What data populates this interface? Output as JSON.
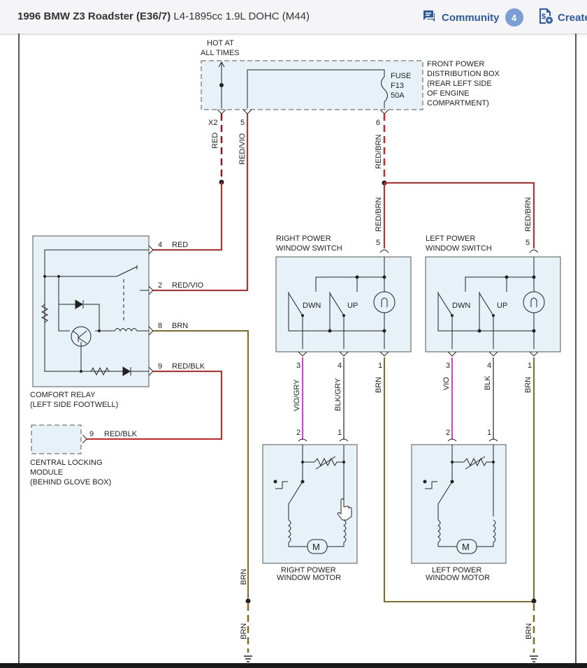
{
  "header": {
    "title_bold": "1996 BMW Z3 Roadster (E36/7)",
    "title_rest": "L4-1895cc 1.9L DOHC (M44)",
    "community_label": "Community",
    "community_count": "4",
    "create_label": "Create"
  },
  "diagram": {
    "hot_line1": "HOT AT",
    "hot_line2": "ALL TIMES",
    "fpdb_lines": [
      "FRONT POWER",
      "DISTRIBUTION BOX",
      "(REAR LEFT SIDE",
      "OF ENGINE",
      "COMPARTMENT)"
    ],
    "fuse_lines": [
      "FUSE",
      "F13",
      "50A"
    ],
    "pin_x2": "X2",
    "pin_5": "5",
    "pin_6": "6",
    "wire_red": "RED",
    "wire_red_vio": "RED/VIO",
    "wire_red_brn": "RED/BRN",
    "wire_brn": "BRN",
    "wire_red_blk": "RED/BLK",
    "wire_vio_gry": "VIO/GRY",
    "wire_blk_gry": "BLK/GRY",
    "wire_vio": "VIO",
    "wire_blk": "BLK",
    "relay_pins": [
      {
        "pin": "4",
        "wire": "RED"
      },
      {
        "pin": "2",
        "wire": "RED/VIO"
      },
      {
        "pin": "8",
        "wire": "BRN"
      },
      {
        "pin": "9",
        "wire": "RED/BLK"
      }
    ],
    "relay_lines": [
      "COMFORT RELAY",
      "(LEFT SIDE FOOTWELL)"
    ],
    "clm_pin": "9",
    "clm_wire": "RED/BLK",
    "clm_lines": [
      "CENTRAL LOCKING",
      "MODULE",
      "(BEHIND GLOVE BOX)"
    ],
    "rws_lines": [
      "RIGHT POWER",
      "WINDOW SWITCH"
    ],
    "lws_lines": [
      "LEFT POWER",
      "WINDOW SWITCH"
    ],
    "switch_top_pin": "5",
    "switch_bottom_pins": [
      "3",
      "4",
      "1"
    ],
    "dwn_label": "DWN",
    "up_label": "UP",
    "motor_pins": [
      "2",
      "1"
    ],
    "motor_symbol": "M",
    "rwm_lines": [
      "RIGHT POWER",
      "WINDOW MOTOR"
    ],
    "lwm_lines": [
      "LEFT POWER",
      "WINDOW MOTOR"
    ]
  },
  "colors": {
    "red": "#e02020",
    "violet": "#e43bd8",
    "brown": "#8a6a1c",
    "dark_red": "#8b1a1a",
    "gray": "#7a7a7a",
    "box_fill": "#e6f1f8",
    "accent": "#2b59a8"
  }
}
